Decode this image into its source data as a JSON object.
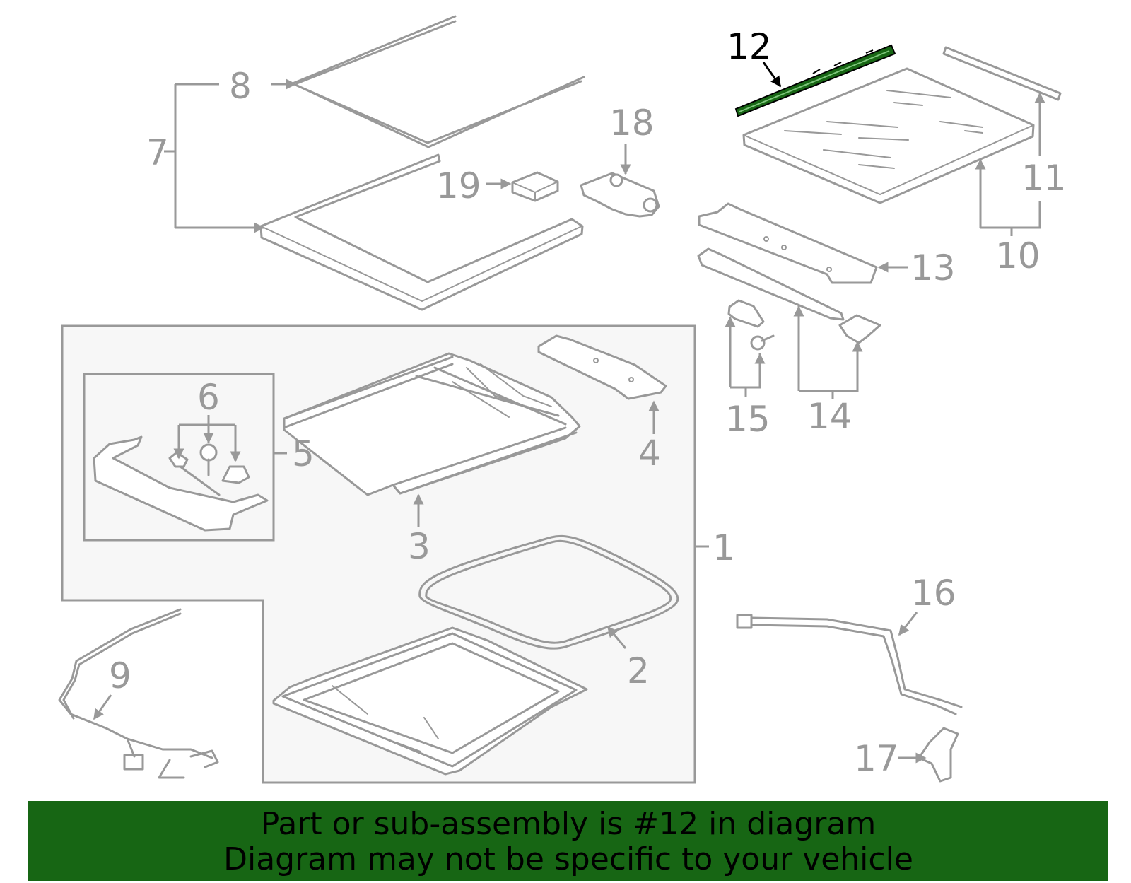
{
  "colors": {
    "line": "#999999",
    "highlight_part": "#176614",
    "highlight_label": "#000000",
    "banner_bg": "#176614",
    "group_box_fill": "#f7f7f7"
  },
  "callouts": {
    "c1": "1",
    "c2": "2",
    "c3": "3",
    "c4": "4",
    "c5": "5",
    "c6": "6",
    "c7": "7",
    "c8": "8",
    "c9": "9",
    "c10": "10",
    "c11": "11",
    "c12": "12",
    "c13": "13",
    "c14": "14",
    "c15": "15",
    "c16": "16",
    "c17": "17",
    "c18": "18",
    "c19": "19"
  },
  "highlighted_callout": "12",
  "banner": {
    "line1": "Part or sub-assembly is #12 in diagram",
    "line2": "Diagram may not be specific to your vehicle"
  }
}
